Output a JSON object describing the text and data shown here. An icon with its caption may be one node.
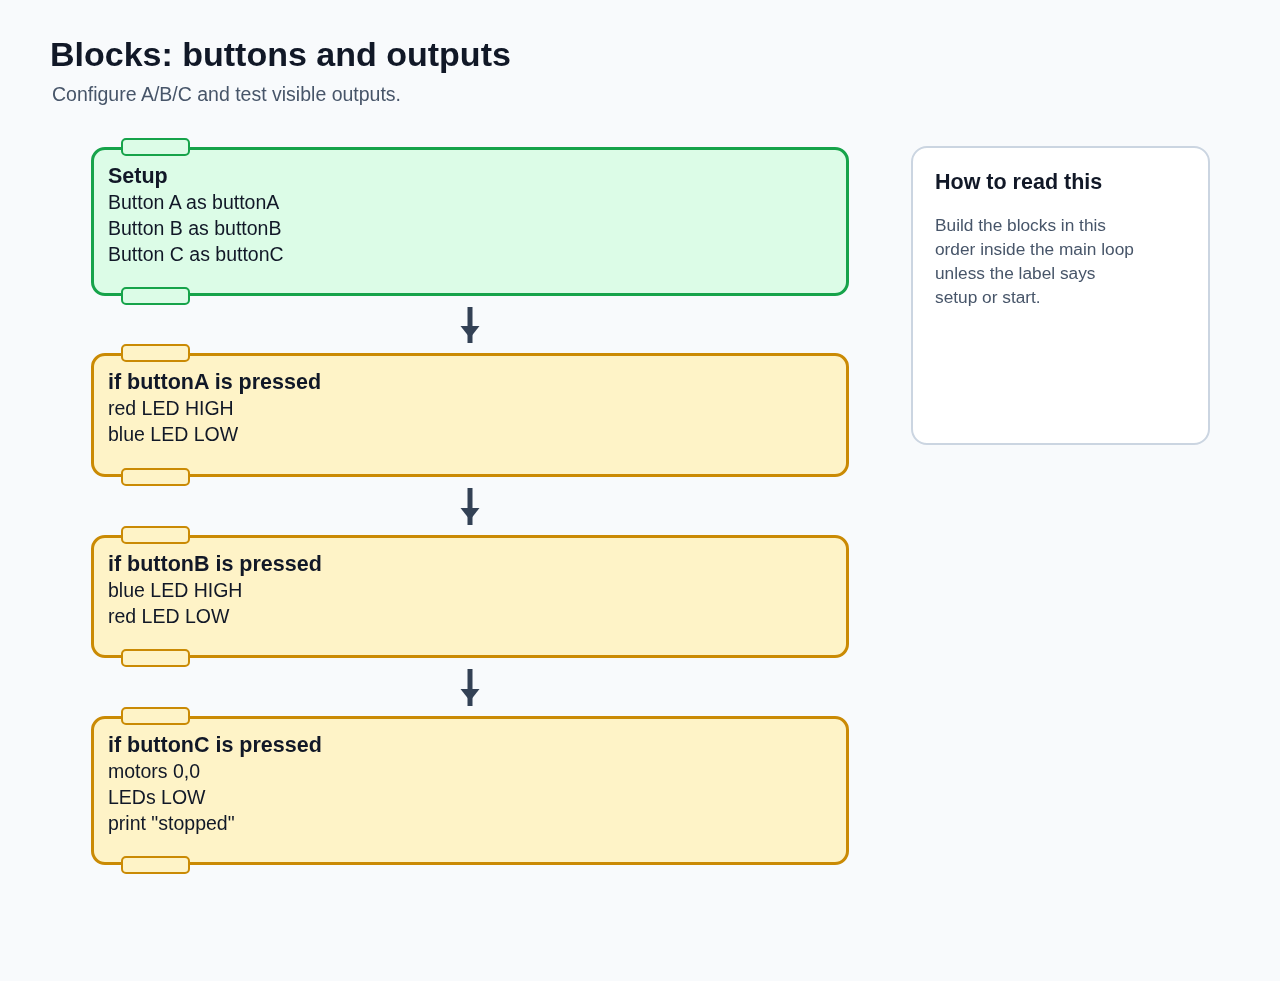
{
  "diagram": {
    "title": "Blocks: buttons and outputs",
    "nodes": [
      {
        "text": [
          "Setup",
          "Button A as buttonA",
          "Button B as buttonB",
          "Button C as buttonC"
        ]
      },
      {
        "text": [
          "if buttonA is pressed",
          "red LED HIGH",
          "blue LED LOW"
        ]
      },
      {
        "text": [
          "if buttonB is pressed",
          "blue LED HIGH",
          "red LED LOW"
        ]
      },
      {
        "text": [
          "if buttonC is pressed",
          "motors 0,0",
          "LEDs LOW",
          "print \"stopped\""
        ]
      },
      {
        "text": [
          "How to read this",
          "Build the blocks in this order inside the main loop unless the label says setup or start."
        ]
      }
    ],
    "edges": [
      {
        "from": 0,
        "to": 1,
        "arrow": "to"
      },
      {
        "from": 1,
        "to": 2,
        "arrow": "to"
      },
      {
        "from": 2,
        "to": 3,
        "arrow": "to"
      }
    ],
    "labels": [
      "Configure A/B/C and test visible outputs."
    ]
  }
}
